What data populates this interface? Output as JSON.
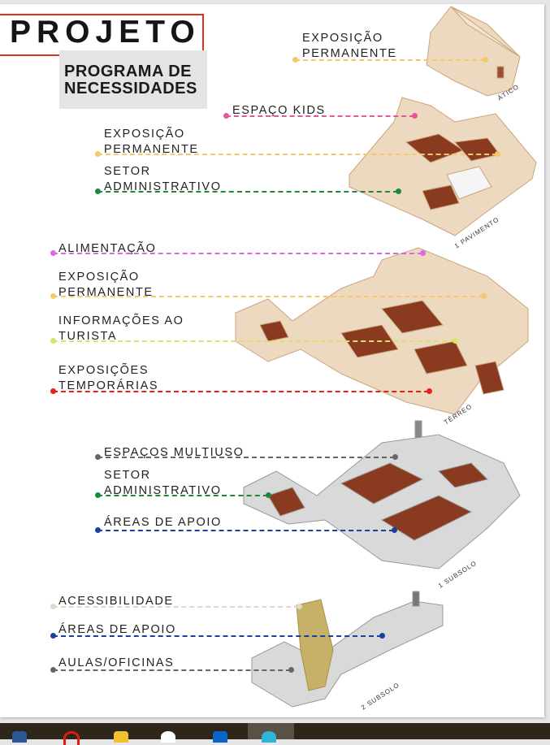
{
  "header": {
    "title": "PROJETO",
    "subtitle_line1": "PROGRAMA DE",
    "subtitle_line2": "NECESSIDADES"
  },
  "levels": [
    "ÁTICO",
    "1 PAVIMENTO",
    "TÉRREO",
    "1 SUBSOLO",
    "2 SUBSOLO"
  ],
  "labels": [
    {
      "l1": "EXPOSIÇÃO",
      "l2": "PERMANENTE",
      "color": "#f7c86a"
    },
    {
      "l1": "ESPAÇO KIDS",
      "color": "#e8559f"
    },
    {
      "l1": "EXPOSIÇÃO",
      "l2": "PERMANENTE",
      "color": "#f7c86a"
    },
    {
      "l1": "SETOR",
      "l2": "ADMINISTRATIVO",
      "color": "#1b8a3a"
    },
    {
      "l1": "ALIMENTAÇÃO",
      "color": "#d86be2"
    },
    {
      "l1": "EXPOSIÇÃO",
      "l2": "PERMANENTE",
      "color": "#f7c86a"
    },
    {
      "l1": "INFORMAÇÕES AO",
      "l2": "TURISTA",
      "color": "#d8e46a"
    },
    {
      "l1": "EXPOSIÇÕES",
      "l2": "TEMPORÁRIAS",
      "color": "#e8201a"
    },
    {
      "l1": "ESPAÇOS MULTIUSO",
      "color": "#666666"
    },
    {
      "l1": "SETOR",
      "l2": "ADMINISTRATIVO",
      "color": "#1b8a3a"
    },
    {
      "l1": "ÁREAS DE APOIO",
      "color": "#1a3fa0"
    },
    {
      "l1": "ACESSIBILIDADE",
      "color": "#e2d8c8"
    },
    {
      "l1": "ÁREAS DE APOIO",
      "color": "#1a3fa0"
    },
    {
      "l1": "AULAS/OFICINAS",
      "color": "#666666"
    }
  ],
  "taskbar": {
    "apps": [
      "word-icon",
      "opera-icon",
      "paint-icon",
      "whatsapp-icon",
      "outlook-icon",
      "browser-icon"
    ]
  }
}
